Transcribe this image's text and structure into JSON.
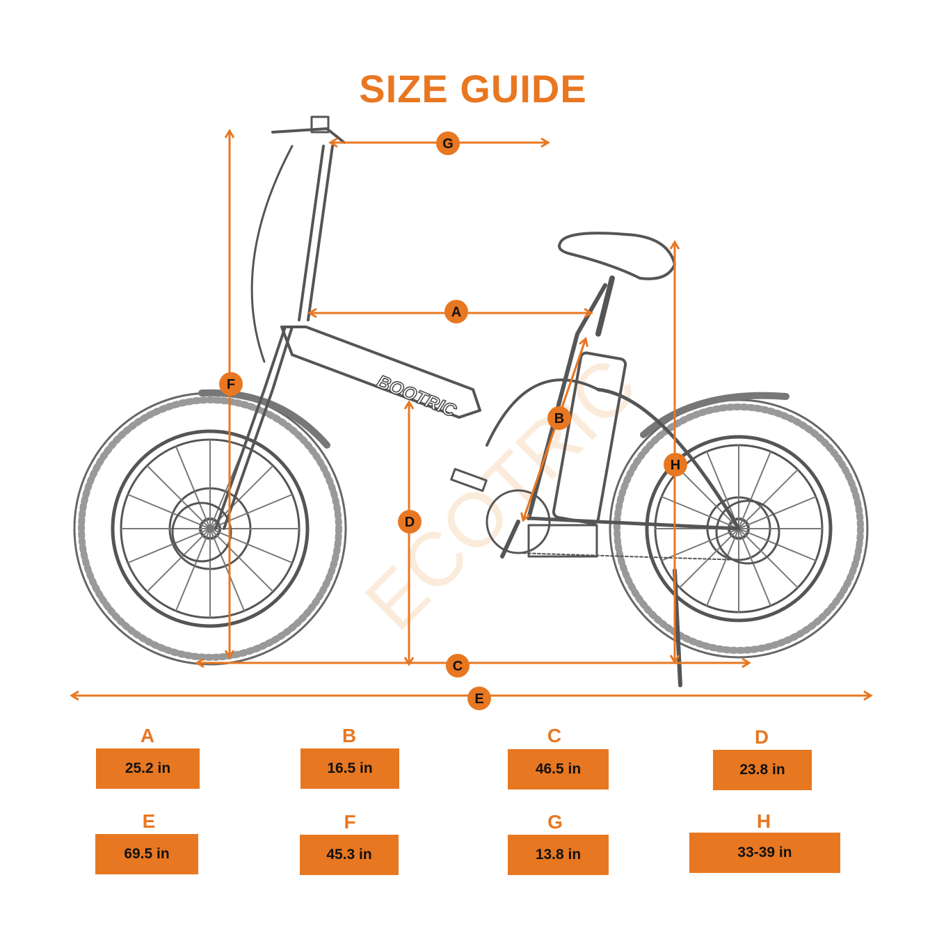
{
  "title": "SIZE GUIDE",
  "colors": {
    "accent": "#e87722",
    "sketch": "#555555",
    "dark": "#111111"
  },
  "bike": {
    "brand": "BOOTRIC",
    "watermark": "ECOTRIC"
  },
  "dimensions": [
    {
      "id": "A",
      "label": "A",
      "value": "25.2 in"
    },
    {
      "id": "B",
      "label": "B",
      "value": "16.5 in"
    },
    {
      "id": "C",
      "label": "C",
      "value": "46.5 in"
    },
    {
      "id": "D",
      "label": "D",
      "value": "23.8 in"
    },
    {
      "id": "E",
      "label": "E",
      "value": "69.5 in"
    },
    {
      "id": "F",
      "label": "F",
      "value": "45.3 in"
    },
    {
      "id": "G",
      "label": "G",
      "value": "13.8 in"
    },
    {
      "id": "H",
      "label": "H",
      "value": "33-39 in"
    }
  ]
}
